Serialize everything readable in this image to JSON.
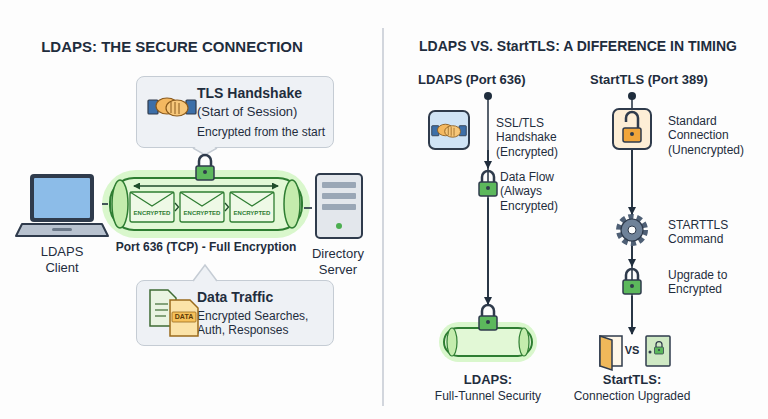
{
  "diagram": {
    "title": "LDAPS: THE SECURE CONNECTION",
    "nodes": [
      {
        "text": [
          "TLS Handshake",
          "(Start of Session)",
          "Encrypted from the start"
        ]
      },
      {
        "text": [
          "LDAPS Client"
        ]
      },
      {
        "text": [
          "Port 636 (TCP) - Full Encryption"
        ]
      },
      {
        "text": [
          "Directory Server"
        ]
      },
      {
        "text": [
          "Data Traffic",
          "Encrypted Searches, Auth, Responses"
        ]
      },
      {
        "text": [
          "SSL/TLS Handshake (Encrypted)"
        ]
      },
      {
        "text": [
          "Data Flow (Always Encrypted)"
        ]
      },
      {
        "text": [
          "LDAPS:",
          "Full-Tunnel Security"
        ]
      },
      {
        "text": [
          "Standard Connection (Unencrypted)"
        ]
      },
      {
        "text": [
          "STARTTLS Command"
        ]
      },
      {
        "text": [
          "Upgrade to Encrypted"
        ]
      },
      {
        "text": [
          "StartTLS:",
          "Connection Upgraded"
        ]
      }
    ],
    "edges": [
      {
        "from": 1,
        "to": 2,
        "arrow": "none"
      },
      {
        "from": 2,
        "to": 3,
        "arrow": "none"
      },
      {
        "from": 5,
        "to": 6,
        "arrow": "to"
      },
      {
        "from": 6,
        "to": 7,
        "arrow": "to"
      },
      {
        "from": 8,
        "to": 9,
        "arrow": "to"
      },
      {
        "from": 9,
        "to": 10,
        "arrow": "to"
      },
      {
        "from": 10,
        "to": 11,
        "arrow": "to"
      }
    ],
    "labels": [
      "ENCRYPTED",
      "ENCRYPTED",
      "ENCRYPTED",
      "DATA",
      "LDAPS VS. StartTLS: A DIFFERENCE IN TIMING",
      "LDAPS (Port 636)",
      "StartTLS (Port 389)",
      "VS"
    ]
  }
}
